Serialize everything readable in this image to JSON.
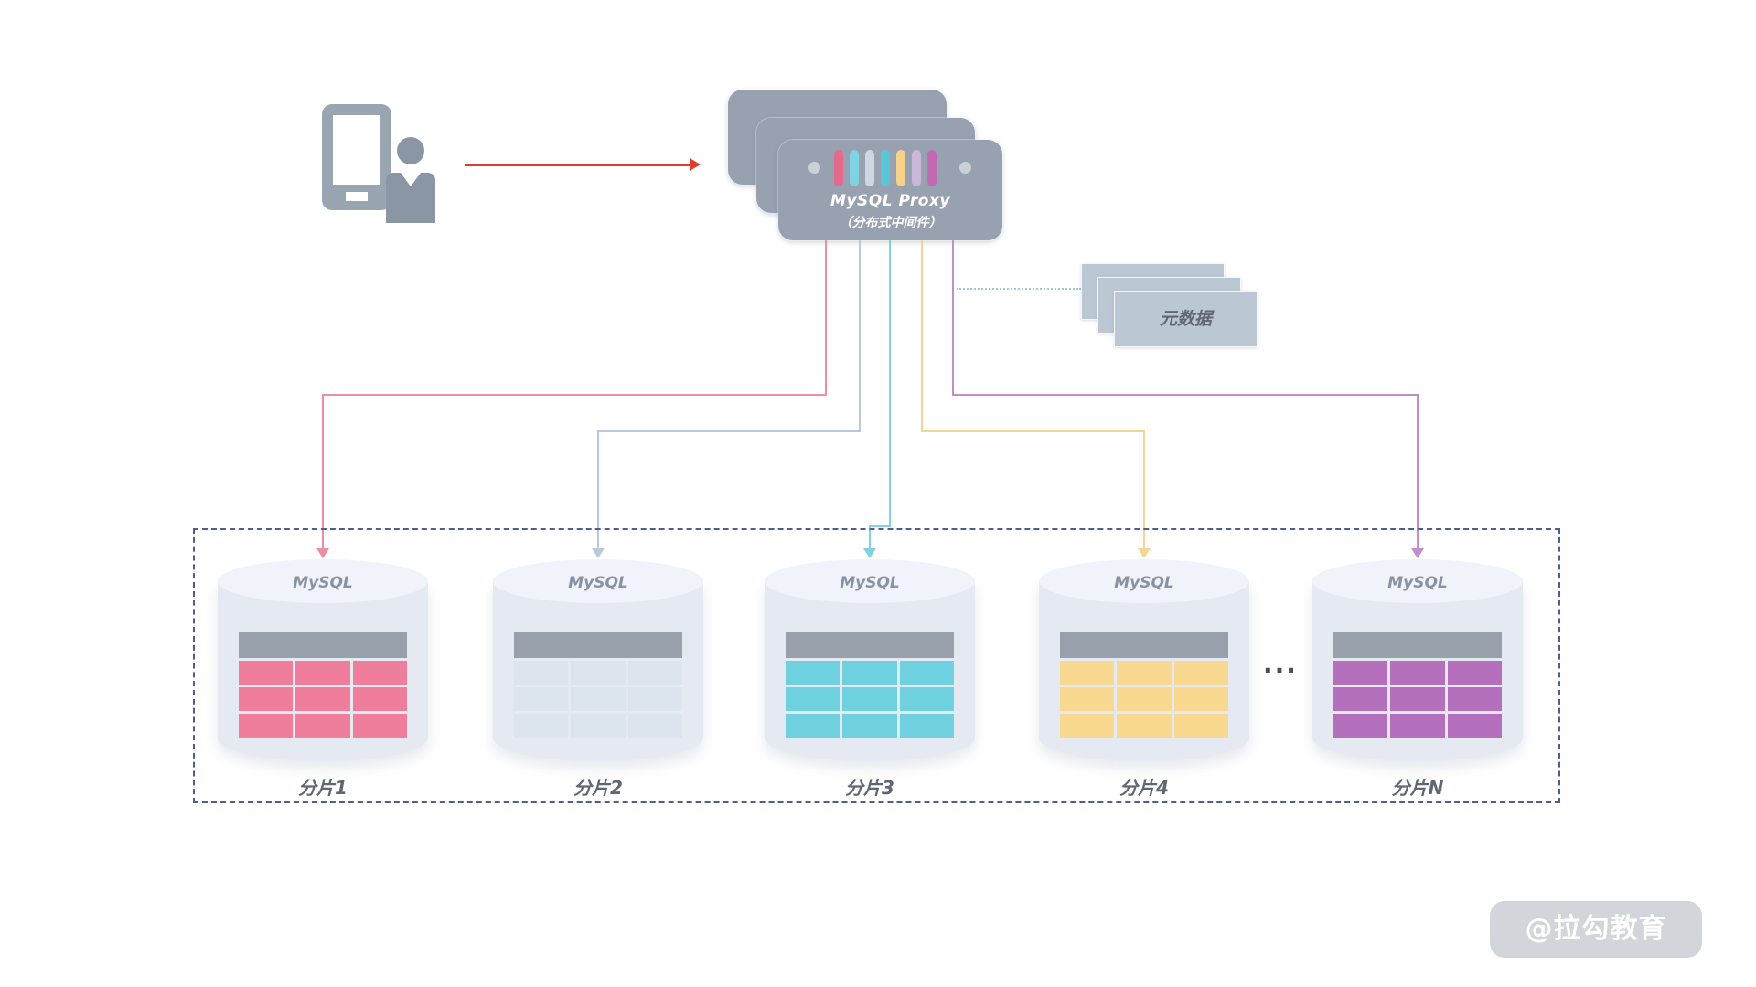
{
  "client": {
    "phone_color": "#9aa5b2",
    "person_color": "#8b96a4"
  },
  "request": {
    "arrow_color": "#e23a2c"
  },
  "proxy": {
    "title": "MySQL Proxy",
    "subtitle": "（分布式中间件）",
    "card_color": "#97a1af",
    "dot_color": "#cbd1d9",
    "bar_colors": [
      "#e5698c",
      "#7ed3e2",
      "#cfd8e2",
      "#57c7d8",
      "#f6d389",
      "#cbb7da",
      "#c06ab4"
    ]
  },
  "metadata": {
    "label": "元数据",
    "card_color": "#bcc7d4",
    "dotted_line_color": "#a5c6da"
  },
  "colors": {
    "dashed_border": "#4e5f8a",
    "cylinder_body": "#e5e9f2",
    "cylinder_top": "#f0f3f9",
    "table_header": "#98a1ab",
    "watermark_bg": "#d2d6da"
  },
  "shards": [
    {
      "db_label": "MySQL",
      "shard_label": "分片1",
      "cell_color": "#ee7e9b",
      "line_color": "#ea8fa4"
    },
    {
      "db_label": "MySQL",
      "shard_label": "分片2",
      "cell_color": "#dce4ee",
      "line_color": "#b8c9da"
    },
    {
      "db_label": "MySQL",
      "shard_label": "分片3",
      "cell_color": "#6fd0df",
      "line_color": "#82d2de"
    },
    {
      "db_label": "MySQL",
      "shard_label": "分片4",
      "cell_color": "#f9d890",
      "line_color": "#f4d694"
    },
    {
      "db_label": "MySQL",
      "shard_label": "分片N",
      "cell_color": "#b570bd",
      "line_color": "#c08fc9"
    }
  ],
  "ellipsis": "...",
  "watermark": {
    "label": "@拉勾教育"
  }
}
